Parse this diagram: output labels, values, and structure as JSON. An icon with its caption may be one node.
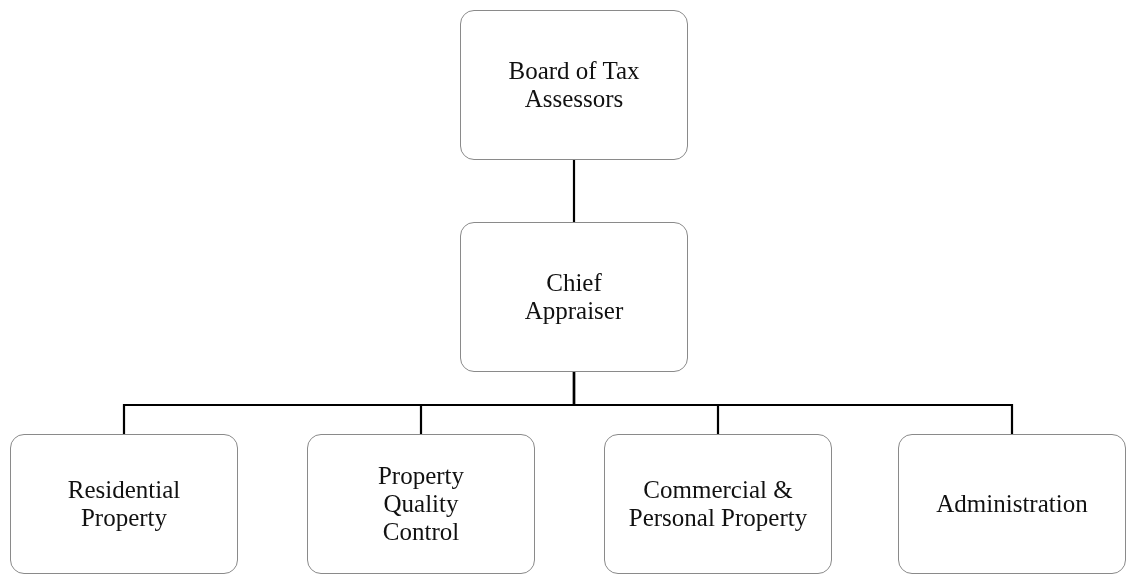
{
  "diagram": {
    "nodes": [
      {
        "text": [
          "Board of Tax Assessors"
        ]
      },
      {
        "text": [
          "Chief Appraiser"
        ]
      },
      {
        "text": [
          "Residential Property"
        ]
      },
      {
        "text": [
          "Property Quality Control"
        ]
      },
      {
        "text": [
          "Commercial & Personal Property"
        ]
      },
      {
        "text": [
          "Administration"
        ]
      }
    ],
    "edges": [
      {
        "from": 0,
        "to": 1,
        "arrow": "none"
      },
      {
        "from": 1,
        "to": 2,
        "arrow": "none"
      },
      {
        "from": 1,
        "to": 3,
        "arrow": "none"
      },
      {
        "from": 1,
        "to": 4,
        "arrow": "none"
      },
      {
        "from": 1,
        "to": 5,
        "arrow": "none"
      }
    ]
  }
}
